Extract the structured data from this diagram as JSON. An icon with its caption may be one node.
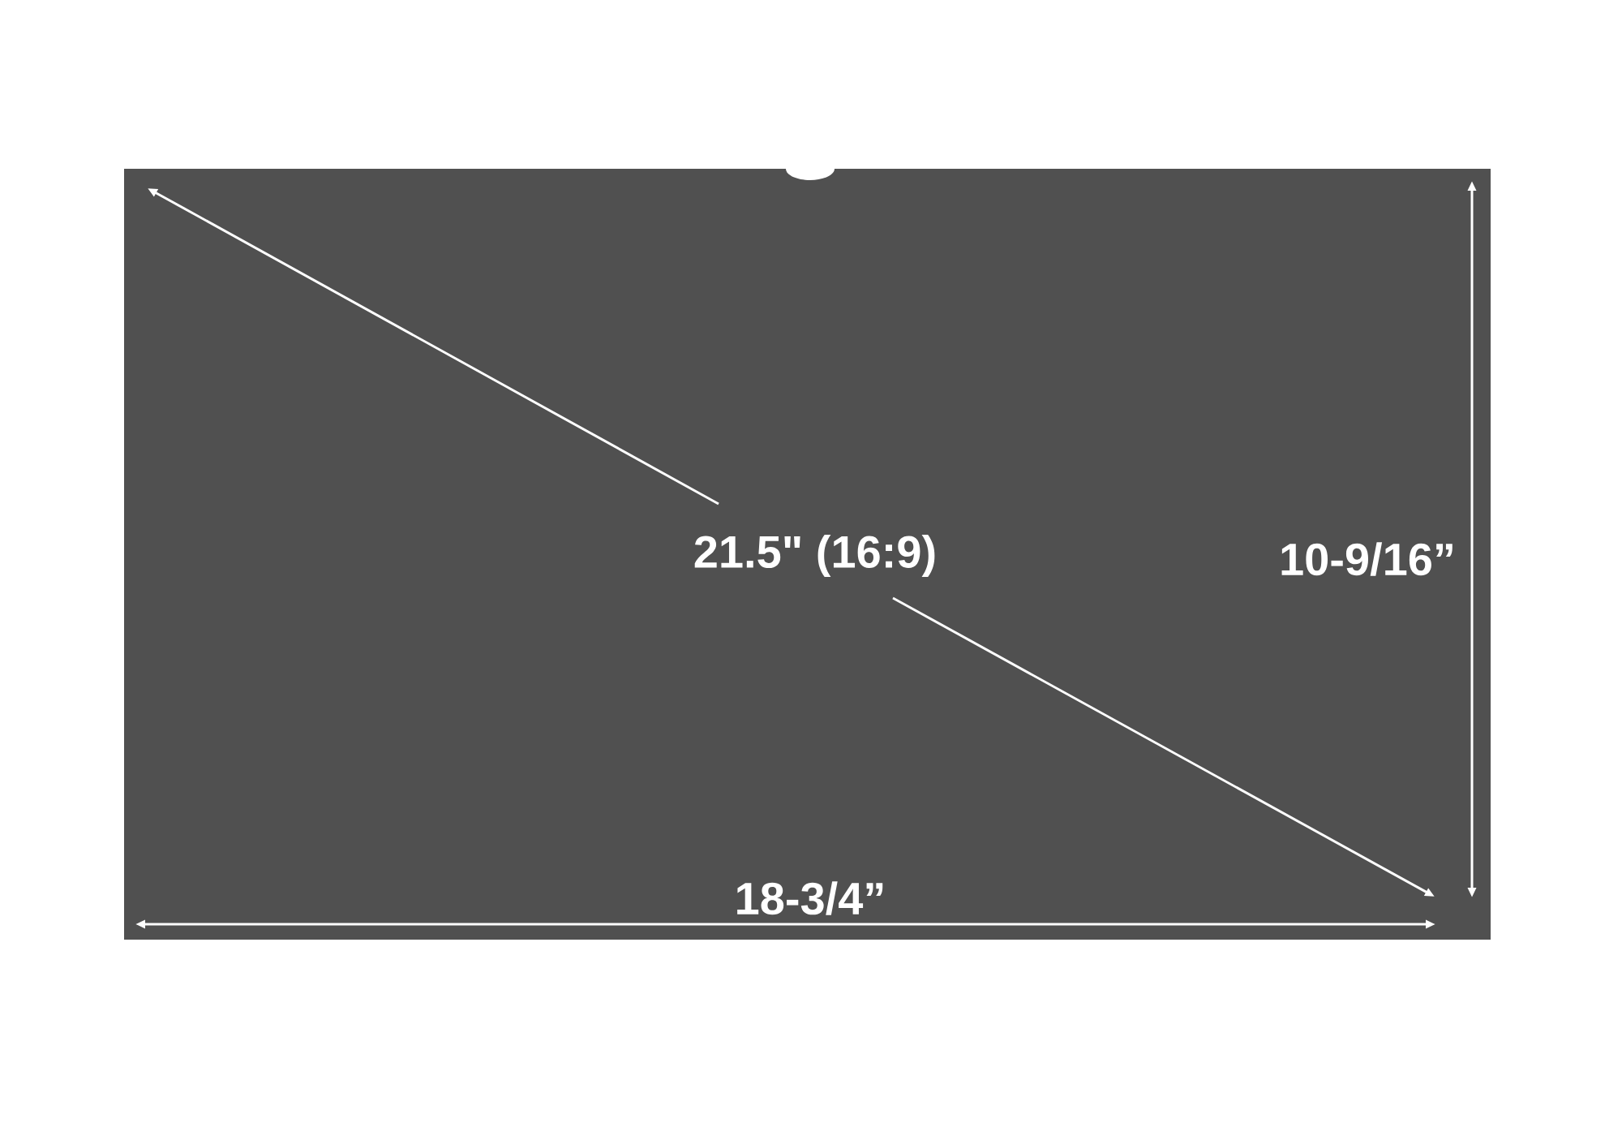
{
  "diagram": {
    "nodes": [
      {
        "text": [],
        "shape": "box"
      }
    ],
    "labels": [
      "21.5\" (16:9)",
      "10-9/16”",
      "18-3/4”"
    ]
  }
}
